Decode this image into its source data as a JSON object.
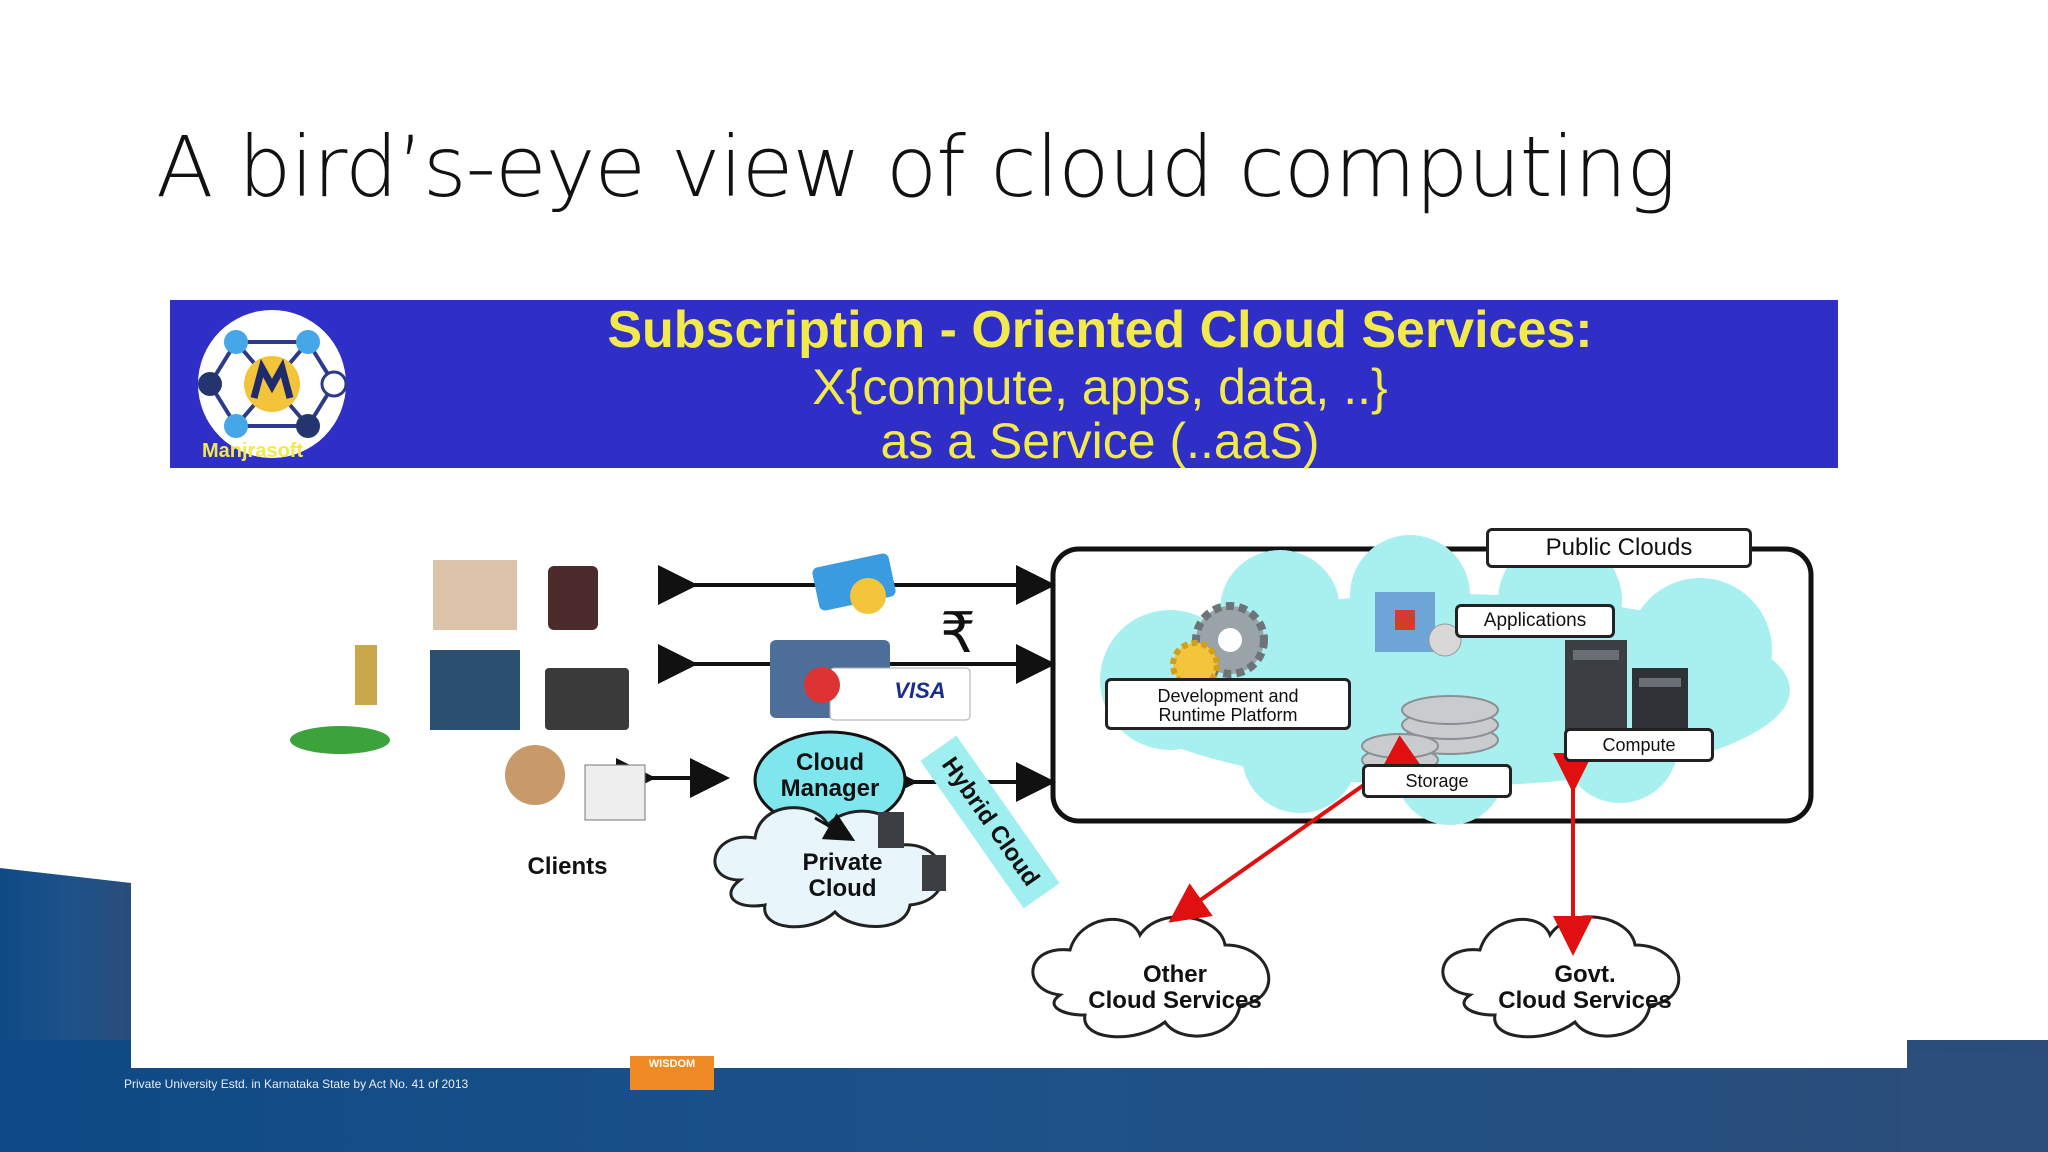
{
  "slide": {
    "title": "A bird’s-eye view of cloud computing"
  },
  "banner": {
    "line1": "Subscription - Oriented Cloud Services:",
    "line2": "X{compute, apps, data, ..}",
    "line3": "as a Service (..aaS)",
    "brand": "Manjrasoft"
  },
  "diagram": {
    "public_clouds": "Public Clouds",
    "applications": "Applications",
    "dev_runtime_line1": "Development and",
    "dev_runtime_line2": "Runtime Platform",
    "compute": "Compute",
    "storage": "Storage",
    "cloud_manager_line1": "Cloud",
    "cloud_manager_line2": "Manager",
    "private_cloud_line1": "Private",
    "private_cloud_line2": "Cloud",
    "hybrid_cloud": "Hybrid Cloud",
    "clients": "Clients",
    "other_cloud_line1": "Other",
    "other_cloud_line2": "Cloud Services",
    "govt_cloud_line1": "Govt.",
    "govt_cloud_line2": "Cloud Services",
    "rupee_symbol": "₹",
    "visa": "VISA"
  },
  "footer": {
    "caption": "Private University Estd. in Karnataka State by Act No. 41 of 2013",
    "badge": "WISDOM"
  },
  "colors": {
    "banner_bg": "#2f2fc8",
    "banner_text": "#f2e94a",
    "cloud_fill": "#a8f0ef",
    "footer_band": "#1b4f86",
    "arrow_red": "#e01010"
  }
}
